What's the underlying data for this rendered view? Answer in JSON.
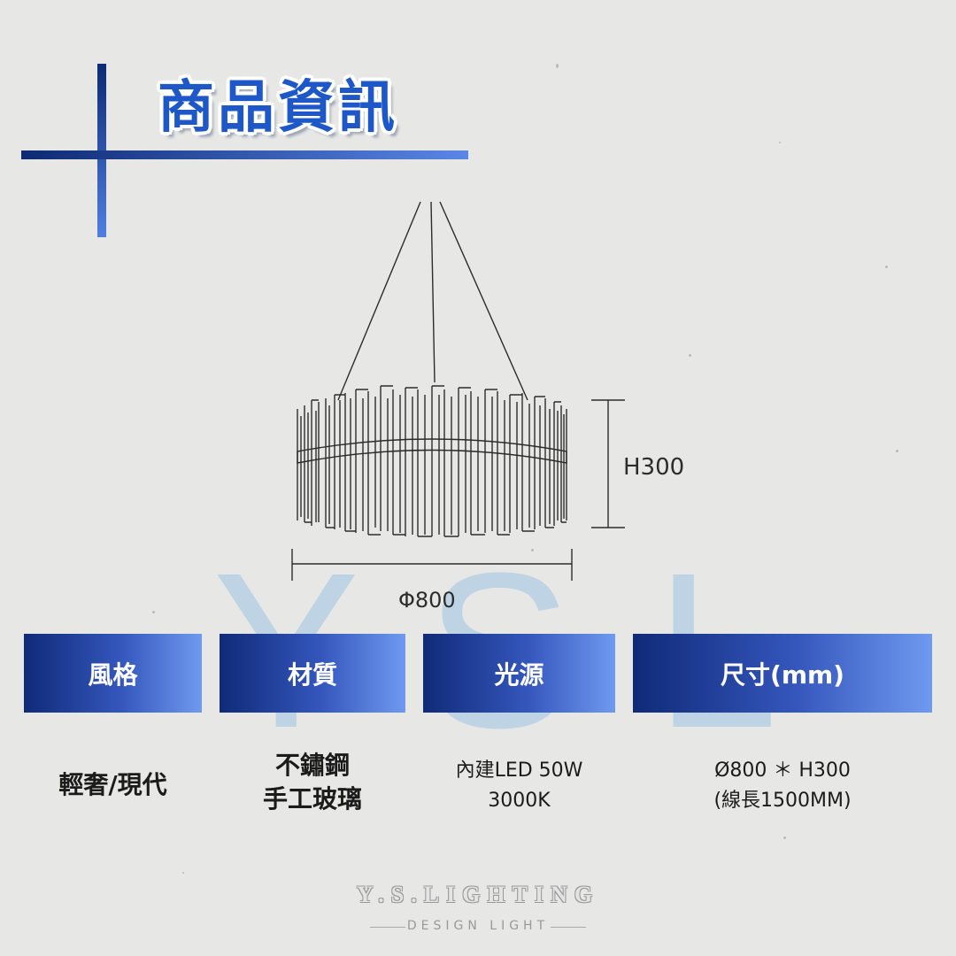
{
  "title": "商品資訊",
  "watermark": {
    "letters": [
      "Y",
      "S",
      "L"
    ]
  },
  "diagram": {
    "height_label": "H300",
    "diameter_label": "Φ800"
  },
  "specs": [
    {
      "header": "風格",
      "values": [
        "輕奢/現代"
      ]
    },
    {
      "header": "材質",
      "values": [
        "不鏽鋼",
        "手工玻璃"
      ]
    },
    {
      "header": "光源",
      "values": [
        "內建LED 50W",
        "3000K"
      ]
    },
    {
      "header": "尺寸(mm)",
      "values": [
        "Ø800 ＊ H300",
        "(線長1500MM)"
      ]
    }
  ],
  "brand": {
    "name": "Y.S.LIGHTING",
    "tagline": "DESIGN LIGHT"
  },
  "colors": {
    "accent": "#1e57c8",
    "header_dark": "#0f2a78",
    "header_light": "#6f9af0"
  }
}
